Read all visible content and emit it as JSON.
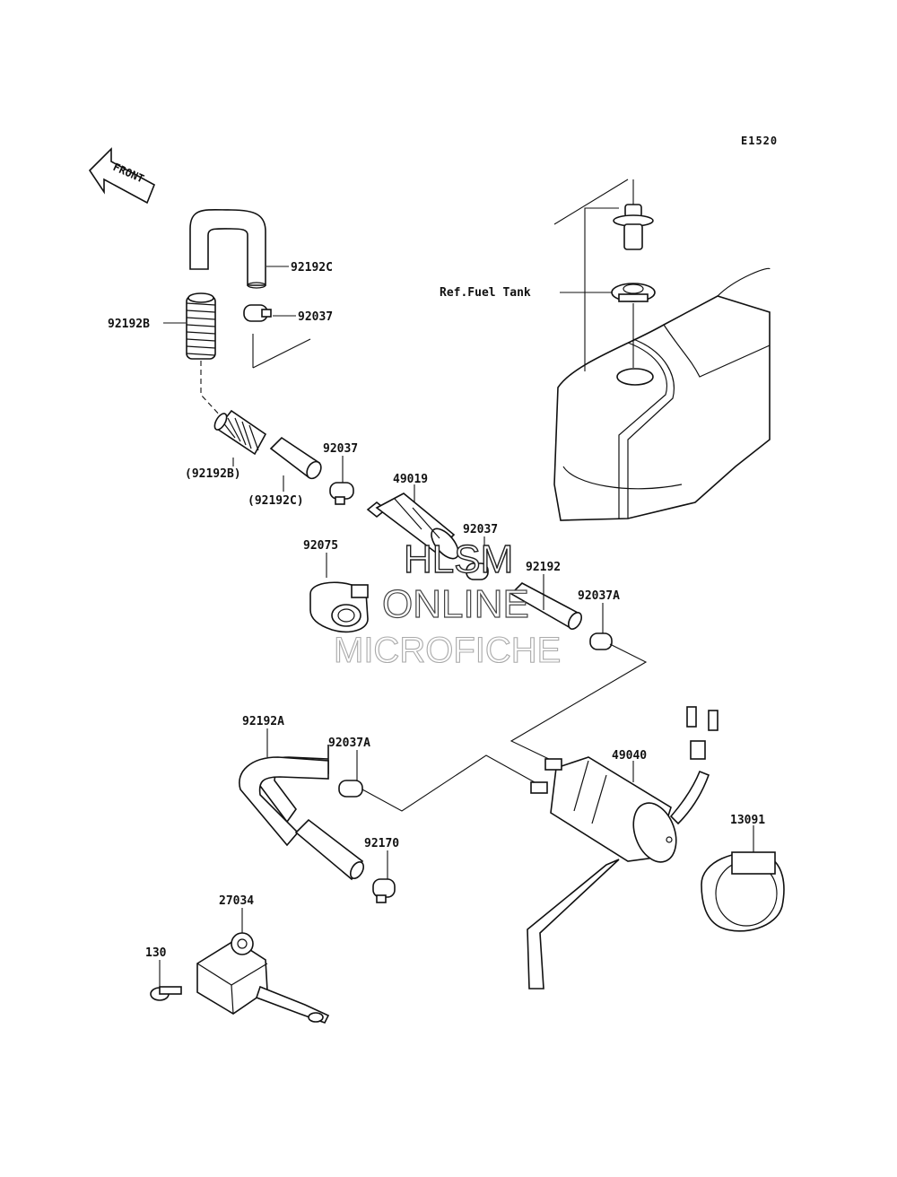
{
  "diagram_code": "E1520",
  "front_label": "FRONT",
  "ref_label": "Ref.Fuel Tank",
  "watermark": {
    "line1": "HLSM",
    "line2": "ONLINE",
    "line3": "MICROFICHE"
  },
  "labels": {
    "p92192C": "92192C",
    "p92037_top": "92037",
    "p92192B": "92192B",
    "p92192B_paren": "(92192B)",
    "p92192C_paren": "(92192C)",
    "p92037_mid": "92037",
    "p49019": "49019",
    "p92037_filter": "92037",
    "p92075": "92075",
    "p92192": "92192",
    "p92037A_right": "92037A",
    "p92192A": "92192A",
    "p92037A_left": "92037A",
    "p49040": "49040",
    "p13091": "13091",
    "p92170": "92170",
    "p27034": "27034",
    "p130": "130"
  }
}
